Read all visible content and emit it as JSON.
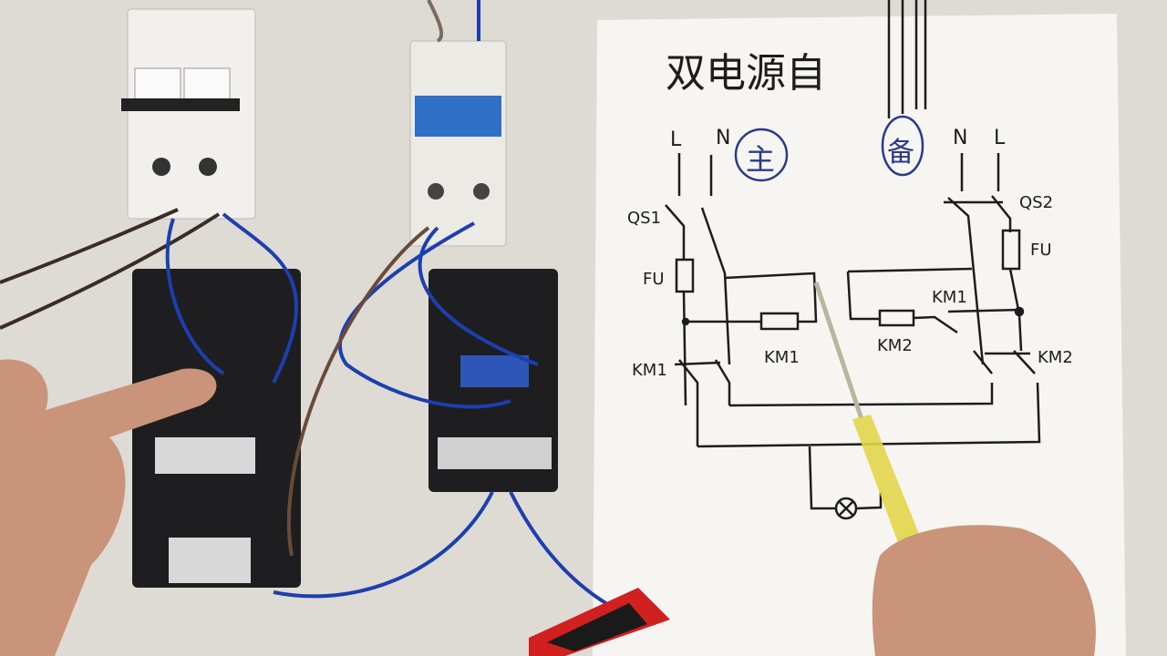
{
  "diagram": {
    "title": "双电源自",
    "main_source": {
      "label": "主",
      "line_l": "L",
      "line_n": "N",
      "switch": "QS1",
      "fuse": "FU",
      "contactor": "KM1"
    },
    "backup_source": {
      "label": "备",
      "line_l": "L",
      "line_n": "N",
      "switch": "QS2",
      "fuse": "FU",
      "contactor": "KM2"
    },
    "coil_km1": "KM1",
    "coil_km2": "KM2",
    "interlock_contact": "KM1"
  },
  "colors": {
    "paper": "#f6f5f1",
    "ink": "#1d1d1f",
    "circle_ink": "#2a3a8c",
    "wire_blue": "#1c3fb0",
    "wire_brown": "#6b4a3a",
    "screwdriver": "#e3d64a"
  }
}
